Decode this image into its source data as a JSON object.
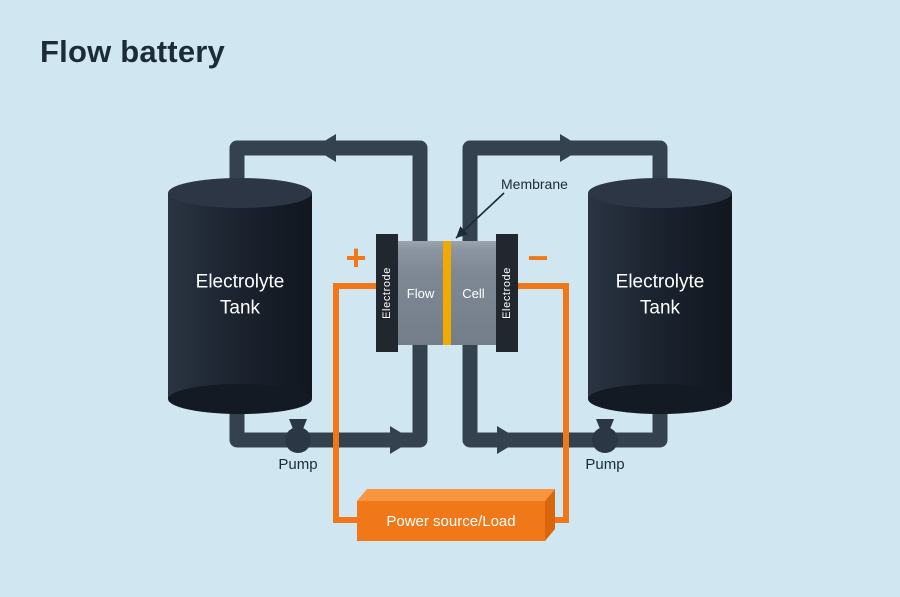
{
  "title": "Flow battery",
  "colors": {
    "background": "#d0e6f0",
    "ink": "#1c2b38",
    "pipe": "#34414e",
    "pump": "#2b3744",
    "tank-top": "#2c3644",
    "tank-body": "#1c2430",
    "tank-bottom": "#131a24",
    "electrode": "#21272f",
    "cell-gray": "#7e8995",
    "membrane": "#f2a900",
    "orange": "#f07818",
    "orange-light": "#f8953f",
    "orange-dark": "#d9660d"
  },
  "tanks": {
    "left": "Electrolyte Tank",
    "right": "Electrolyte Tank"
  },
  "cell": {
    "electrode_left": "Electrode",
    "electrode_right": "Electrode",
    "flow": "Flow",
    "cell": "Cell",
    "membrane": "Membrane",
    "plus": "+",
    "minus": "−"
  },
  "pumps": {
    "left": "Pump",
    "right": "Pump"
  },
  "power_source": {
    "label": "Power source/Load"
  }
}
